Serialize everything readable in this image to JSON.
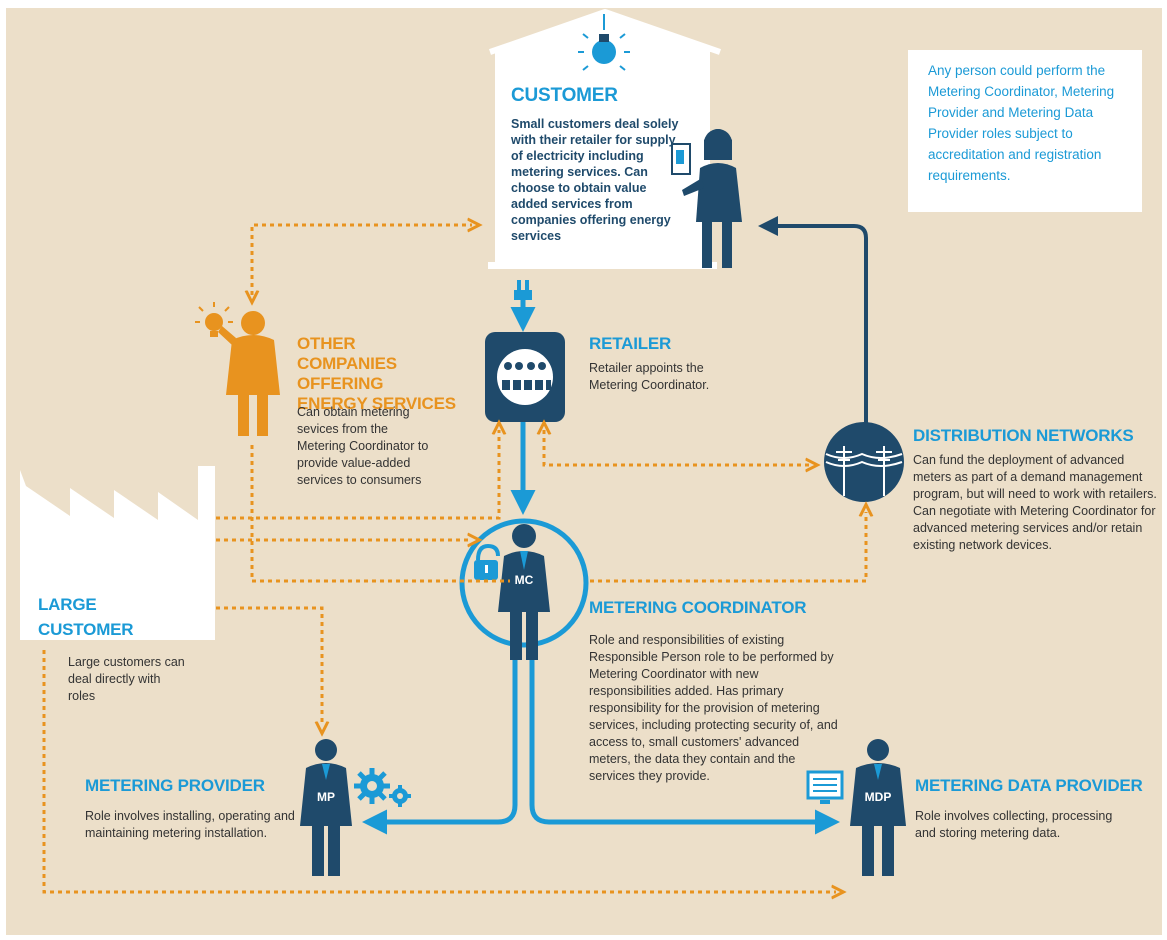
{
  "customer": {
    "title": "CUSTOMER",
    "desc": "Small customers deal solely with their retailer for supply of electricity including metering services. Can choose to obtain value added services from companies offering energy services"
  },
  "note": {
    "text": "Any person could perform the Metering Coordinator, Metering Provider and Metering Data Provider roles subject to accreditation and registration requirements."
  },
  "other_companies": {
    "title": "OTHER COMPANIES OFFERING ENERGY SERVICES",
    "desc": "Can obtain metering sevices from the Metering Coordinator to provide value-added services to consumers"
  },
  "retailer": {
    "title": "RETAILER",
    "desc": "Retailer appoints the Metering Coordinator."
  },
  "distribution": {
    "title": "DISTRIBUTION NETWORKS",
    "desc": "Can fund the deployment of advanced meters as part of a demand management program, but will need to work with retailers. Can negotiate with Metering Coordinator for advanced metering services and/or retain existing network devices."
  },
  "large_customer": {
    "title": "LARGE CUSTOMER",
    "desc": "Large customers can deal directly with roles"
  },
  "metering_coordinator": {
    "title": "METERING COORDINATOR",
    "desc": "Role and responsibilities of existing Responsible Person role to be performed by Metering Coordinator with new responsibilities added. Has primary responsibility for the provision of metering services, including protecting security of, and access to, small customers' advanced meters, the data they contain and the services they provide.",
    "badge": "MC"
  },
  "metering_provider": {
    "title": "METERING PROVIDER",
    "desc": "Role involves installing, operating and maintaining metering installation.",
    "badge": "MP"
  },
  "metering_data_provider": {
    "title": "METERING DATA PROVIDER",
    "desc": "Role involves collecting, processing and storing metering data.",
    "badge": "MDP"
  },
  "colors": {
    "background": "#ecdfc9",
    "navy": "#1f4a6b",
    "blue": "#1b9ad6",
    "orange": "#e8931f"
  },
  "icons": [
    "lightbulb-icon",
    "house-icon",
    "person-icon",
    "meter-icon",
    "powerline-icon",
    "factory-icon",
    "padlock-icon",
    "gears-icon",
    "monitor-icon"
  ]
}
